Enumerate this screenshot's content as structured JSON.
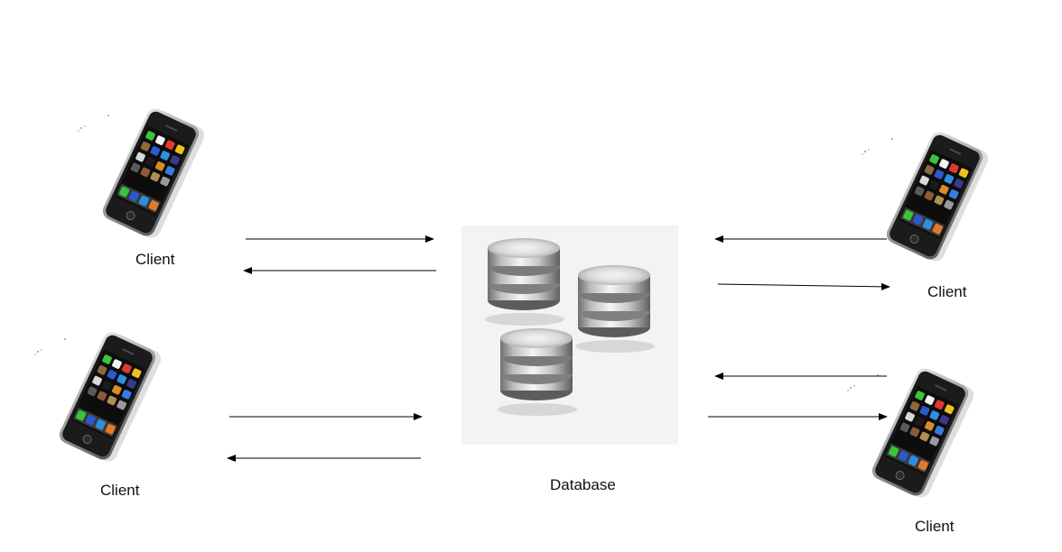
{
  "nodes": {
    "client_top_left": {
      "label": "Client"
    },
    "client_bottom_left": {
      "label": "Client"
    },
    "client_top_right": {
      "label": "Client"
    },
    "client_bottom_right": {
      "label": "Client"
    },
    "database": {
      "label": "Database"
    }
  },
  "edges": [
    {
      "from": "client_top_left",
      "to": "database"
    },
    {
      "from": "database",
      "to": "client_top_left"
    },
    {
      "from": "client_bottom_left",
      "to": "database"
    },
    {
      "from": "database",
      "to": "client_bottom_left"
    },
    {
      "from": "client_top_right",
      "to": "database"
    },
    {
      "from": "database",
      "to": "client_top_right"
    },
    {
      "from": "client_bottom_right",
      "to": "database"
    },
    {
      "from": "database",
      "to": "client_bottom_right"
    }
  ]
}
